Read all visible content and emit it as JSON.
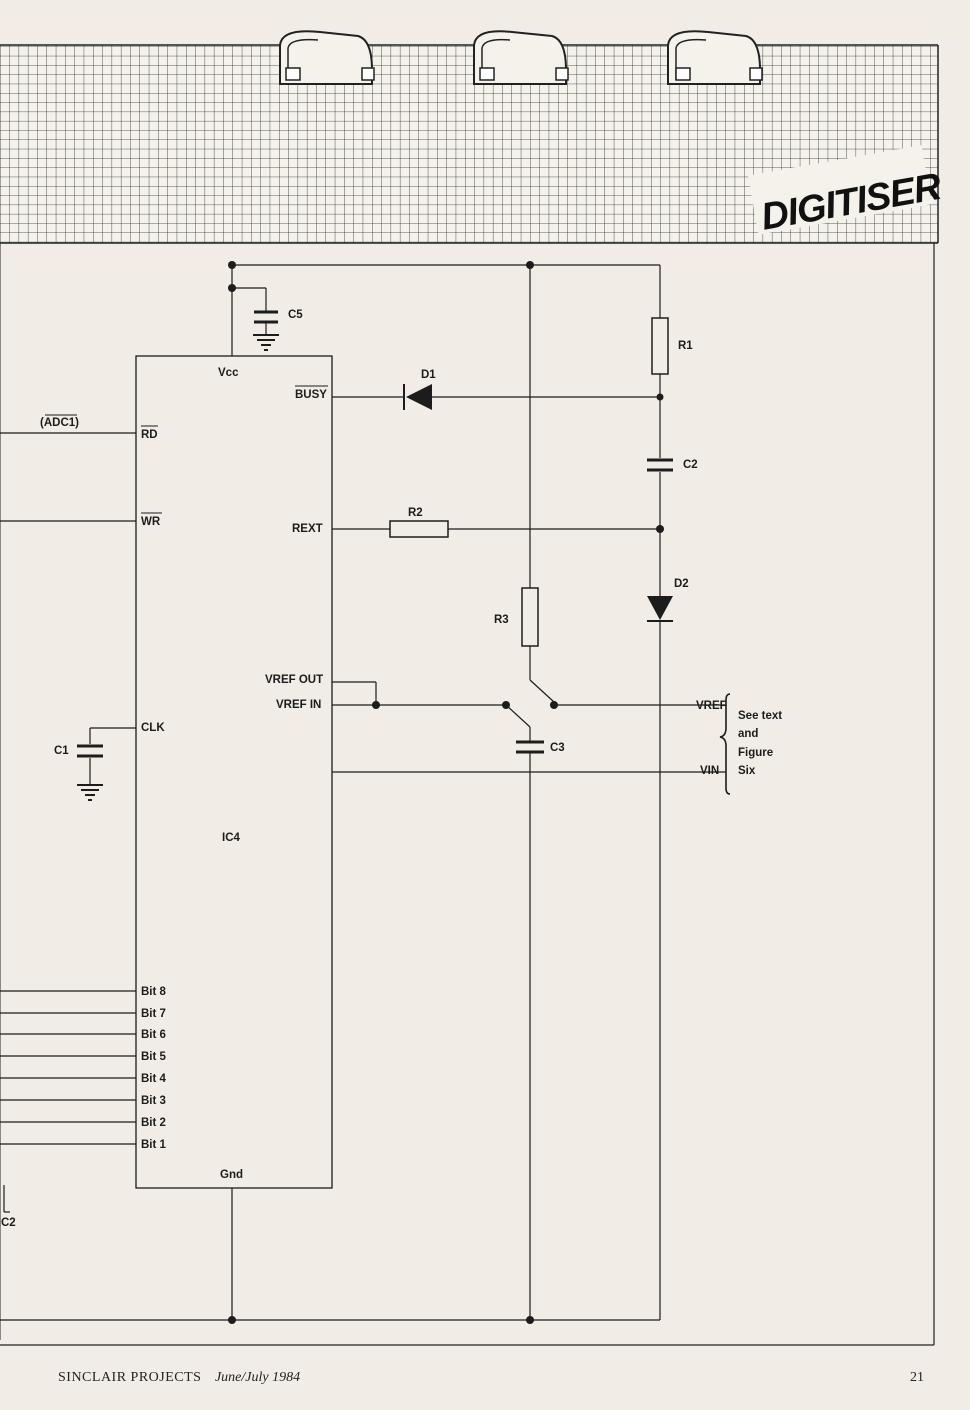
{
  "header": {
    "title": "DIGITISER"
  },
  "ic": {
    "name": "IC4",
    "pins": {
      "vcc": "Vcc",
      "busy": "BUSY",
      "rd": "RD",
      "wr": "WR",
      "rext": "REXT",
      "vref_out": "VREF OUT",
      "vref_in": "VREF IN",
      "clk": "CLK",
      "gnd": "Gnd"
    },
    "bits": [
      "Bit 8",
      "Bit 7",
      "Bit 6",
      "Bit 5",
      "Bit 4",
      "Bit 3",
      "Bit 2",
      "Bit 1"
    ]
  },
  "components": {
    "c5": "C5",
    "d1": "D1",
    "r1": "R1",
    "c2": "C2",
    "r2": "R2",
    "d2": "D2",
    "r3": "R3",
    "c3": "C3",
    "c1": "C1"
  },
  "signals": {
    "adc1": "(ADC1)",
    "c2_edge": "C2",
    "vref": "VREF",
    "vin": "VIN"
  },
  "note": [
    "See text",
    "and",
    "Figure",
    "Six"
  ],
  "footer": {
    "publication": "SINCLAIR PROJECTS",
    "date": "June/July 1984",
    "page": "21"
  }
}
